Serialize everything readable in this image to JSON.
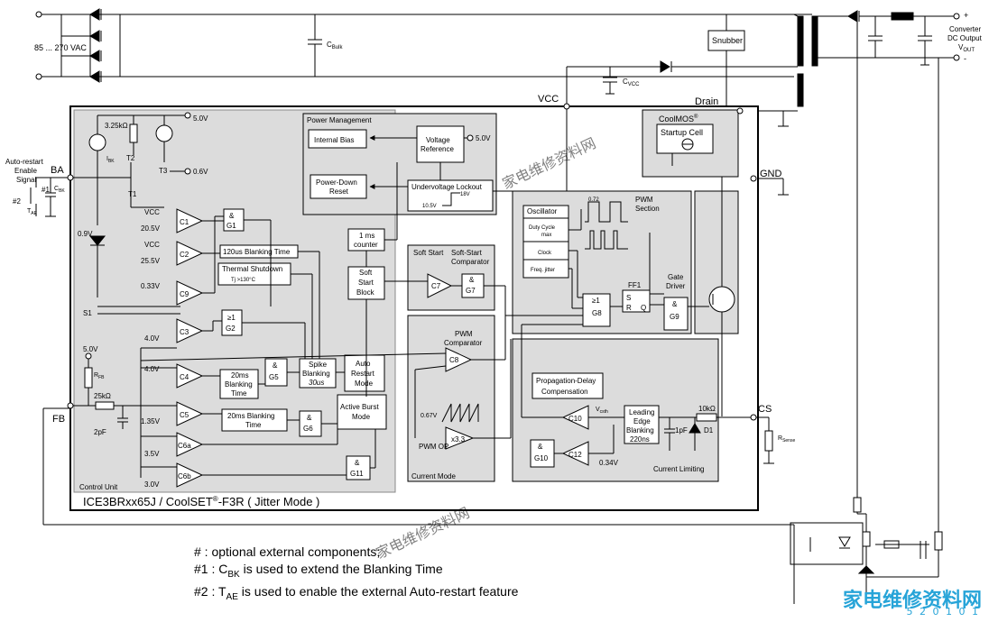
{
  "labels": {
    "vac": "85 ... 270 VAC",
    "cbulk": "C",
    "cbulk_sub": "Bulk",
    "cvcc": "C",
    "cvcc_sub": "VCC",
    "snubber": "Snubber",
    "converter_dc": "Converter",
    "dc_output": "DC Output",
    "vout": "V",
    "vout_sub": "OUT",
    "plus": "+",
    "minus": "-",
    "vcc_pin": "VCC",
    "drain_pin": "Drain",
    "gnd_pin": "GND",
    "ba_pin": "BA",
    "fb_pin": "FB",
    "cs_pin": "CS",
    "auto_restart": "Auto-restart",
    "enable": "Enable",
    "signal": "Signal",
    "hash1": "#1",
    "hash2": "#2",
    "cbk": "C",
    "cbk_sub": "BK",
    "tae": "T",
    "tae_sub": "AE",
    "r325": "3.25kΩ",
    "v50a": "5.0V",
    "v06": "0.6V",
    "ibk": "I",
    "ibk_sub": "BK",
    "t1": "T1",
    "t2": "T2",
    "t3": "T3",
    "v09": "0.9V",
    "s1": "S1",
    "v50b": "5.0V",
    "rfb": "R",
    "rfb_sub": "FB",
    "r25k": "25kΩ",
    "c2pf": "2pF",
    "control_unit": "Control Unit",
    "power_mgmt": "Power Management",
    "internal_bias": "Internal Bias",
    "voltage": "Voltage",
    "reference": "Reference",
    "v50c": "5.0V",
    "power_down": "Power-Down",
    "reset": "Reset",
    "uvlo": "Undervoltage Lockout",
    "v18": "18V",
    "v105": "10.5V",
    "coolmos": "CoolMOS",
    "reg": "®",
    "startup_cell": "Startup Cell",
    "vcc_c1": "VCC",
    "v205": "20.5V",
    "vcc_c2": "VCC",
    "v255": "25.5V",
    "v033": "0.33V",
    "v40a": "4.0V",
    "v40b": "4.0V",
    "v135": "1.35V",
    "v35": "3.5V",
    "v30": "3.0V",
    "c1": "C1",
    "c2": "C2",
    "c9": "C9",
    "c3": "C3",
    "c4": "C4",
    "c5": "C5",
    "c6a": "C6a",
    "c6b": "C6b",
    "g1": "G1",
    "g2": "G2",
    "g5": "G5",
    "g6": "G6",
    "g7": "G7",
    "g8": "G8",
    "g9": "G9",
    "g10": "G10",
    "g11": "G11",
    "and": "&",
    "ge1": "≥1",
    "blank120": "120us Blanking Time",
    "thermal": "Thermal Shutdown",
    "tj": "T",
    "tj_cond": "j >130°C",
    "one_ms": "1 ms",
    "counter": "counter",
    "soft": "Soft",
    "start": "Start",
    "block": "Block",
    "soft_start": "Soft Start",
    "ss_comp1": "Soft-Start",
    "ss_comp2": "Comparator",
    "oscillator": "Oscillator",
    "duty": "Duty Cycle",
    "max": "max",
    "clock": "Clock",
    "freq_jitter": "Freq. jitter",
    "d072": "0.72",
    "pwm_section": "PWM",
    "section": "Section",
    "gate": "Gate",
    "driver": "Driver",
    "ff1": "FF1",
    "s": "S",
    "r": "R",
    "q": "Q",
    "c7": "C7",
    "c8": "C8",
    "pwm_comp1": "PWM",
    "pwm_comp2": "Comparator",
    "v067": "0.67V",
    "x33": "x3.3",
    "pwm_op": "PWM OP",
    "current_mode": "Current Mode",
    "blank20_1a": "20ms",
    "blank20_1b": "Blanking",
    "blank20_1c": "Time",
    "blank20_2a": "20ms Blanking",
    "blank20_2b": "Time",
    "spike1": "Spike",
    "spike2": "Blanking",
    "spike3": "30us",
    "ar1": "Auto",
    "ar2": "Restart",
    "ar3": "Mode",
    "ab1": "Active Burst",
    "ab2": "Mode",
    "prop1": "Propagation-Delay",
    "prop2": "Compensation",
    "c10": "C10",
    "c12": "C12",
    "vcsth": "V",
    "vcsth_sub": "csth",
    "v034": "0.34V",
    "leb1": "Leading",
    "leb2": "Edge",
    "leb3": "Blanking",
    "leb4": "220ns",
    "c1pf": "1pF",
    "r10k": "10kΩ",
    "d1": "D1",
    "rsense": "R",
    "rsense_sub": "Sense",
    "current_limiting": "Current Limiting",
    "ic_name": "ICE3BRxx65J / CoolSET",
    "ic_name2": "-F3R ( Jitter Mode )",
    "plus_sign": "+",
    "minus_sign": "-"
  },
  "notes": [
    "# : optional external components;",
    "#1 : C",
    "BK",
    " is used to extend the Blanking Time",
    "#2 : T",
    "AE",
    " is used to enable the external Auto-restart feature"
  ],
  "watermark": {
    "main": "家电维修资料网",
    "sub": "5 2 0 1 0 1"
  },
  "colors": {
    "line": "#000000",
    "block_fill": "#dcdcdc",
    "inner_fill": "#ffffff",
    "watermark": "#27a4d8"
  }
}
